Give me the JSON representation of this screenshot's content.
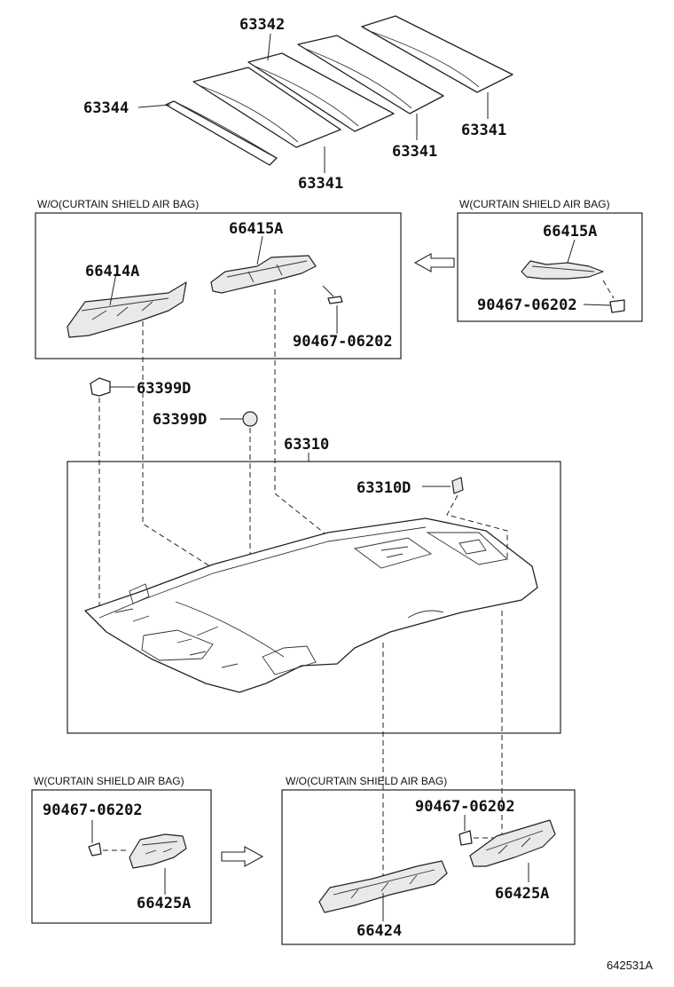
{
  "labels": {
    "roof_pad_center": "63342",
    "roof_pad_front": "63344",
    "roof_pad_mid": "63341",
    "roof_pad_rear_a": "63341",
    "roof_pad_rear_b": "63341",
    "retainer_upper_a": "66415A",
    "retainer_upper_b": "66414A",
    "clip_upper_a": "90467-06202",
    "retainer_upper_c": "66415A",
    "clip_upper_b": "90467-06202",
    "holder_a": "63399D",
    "holder_b": "63399D",
    "headlining": "63310",
    "headlining_clip": "63310D",
    "clip_lower_a": "90467-06202",
    "retainer_lower_a": "66425A",
    "clip_lower_b": "90467-06202",
    "retainer_lower_b": "66425A",
    "retainer_lower_c": "66424"
  },
  "captions": {
    "upper_left": "W/O(CURTAIN SHIELD AIR BAG)",
    "upper_right": "W(CURTAIN SHIELD AIR BAG)",
    "lower_left": "W(CURTAIN SHIELD AIR BAG)",
    "lower_right": "W/O(CURTAIN SHIELD AIR BAG)"
  },
  "figure_id": "642531A"
}
